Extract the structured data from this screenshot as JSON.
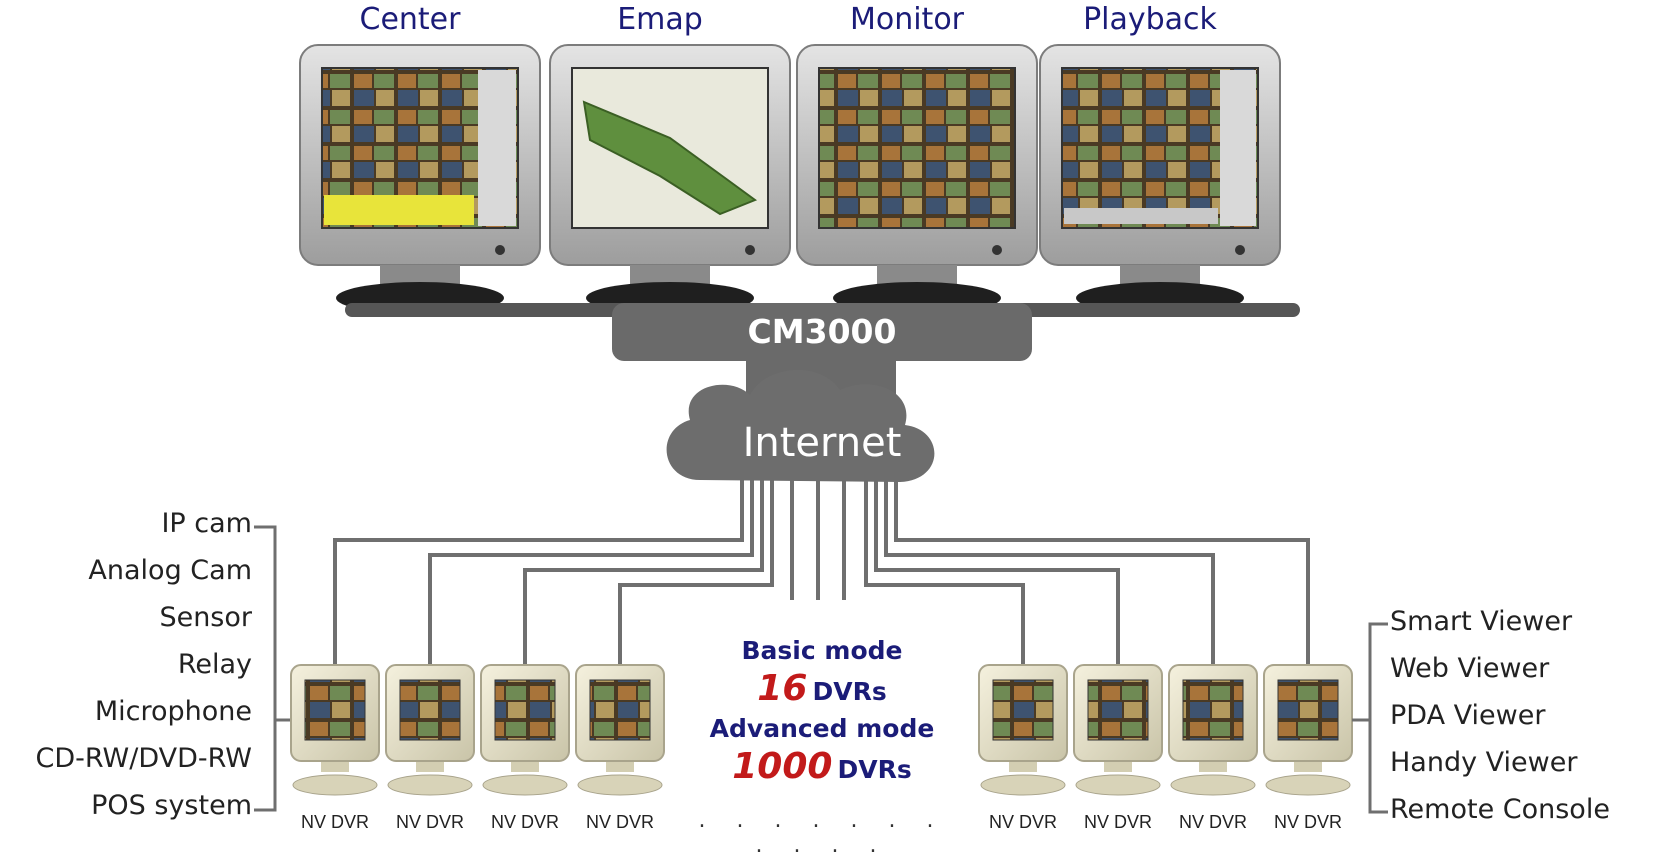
{
  "top_monitors": [
    "Center",
    "Emap",
    "Monitor",
    "Playback"
  ],
  "server_label": "CM3000",
  "network_label": "Internet",
  "dvr_label": "NV DVR",
  "dvr_count_shown": 8,
  "left_devices": [
    "IP cam",
    "Analog Cam",
    "Sensor",
    "Relay",
    "Microphone",
    "CD-RW/DVD-RW",
    "POS system"
  ],
  "right_viewers": [
    "Smart Viewer",
    "Web Viewer",
    "PDA Viewer",
    "Handy Viewer",
    "Remote Console"
  ],
  "modes": {
    "basic_name": "Basic mode",
    "basic_count": "16",
    "advanced_name": "Advanced mode",
    "advanced_count": "1000",
    "unit": "DVRs"
  },
  "ellipsis": ". . . . . . . . . . .",
  "colors": {
    "title_text": "#1b1c78",
    "count_text": "#c21a1a",
    "bar_fill": "#6a6a6a",
    "connector": "#6f6f6f"
  }
}
